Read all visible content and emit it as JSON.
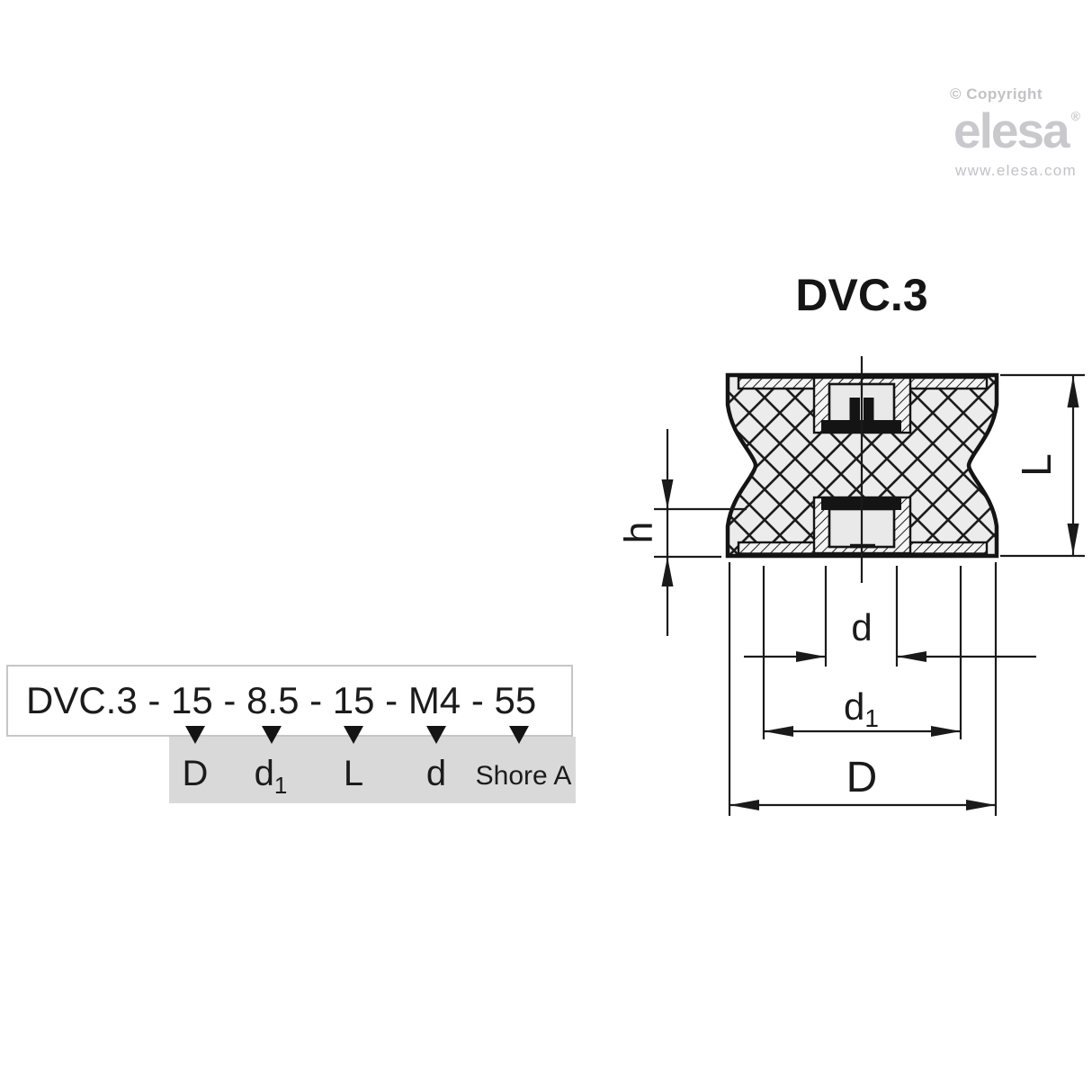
{
  "branding": {
    "copyright": "© Copyright",
    "logo_text": "elesa",
    "registered_mark": "®",
    "website": "www.elesa.com",
    "logo_color": "#c8c8cd"
  },
  "drawing": {
    "title": "DVC.3",
    "dim_labels": {
      "L": "L",
      "h": "h",
      "d": "d",
      "d1_base": "d",
      "d1_sub": "1",
      "D": "D"
    }
  },
  "order_code": {
    "code": "DVC.3 - 15 - 8.5 - 15 - M4 - 55",
    "labels": [
      {
        "text": "D",
        "sub": ""
      },
      {
        "text": "d",
        "sub": "1"
      },
      {
        "text": "L",
        "sub": ""
      },
      {
        "text": "d",
        "sub": ""
      },
      {
        "text": "Shore A",
        "sub": ""
      }
    ]
  }
}
